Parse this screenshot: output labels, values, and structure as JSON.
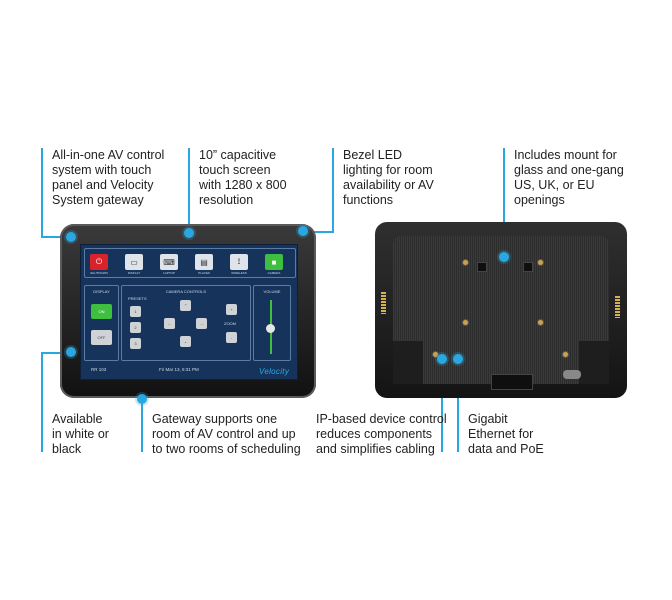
{
  "callouts": {
    "all_in_one": "All-in-one AV control\nsystem with touch\npanel and Velocity\nSystem gateway",
    "capacitive": "10” capacitive\ntouch screen\nwith 1280 x 800\nresolution",
    "bezel": "Bezel LED\nlighting for room\navailability or AV\nfunctions",
    "mount": "Includes mount for\nglass and one-gang\nUS, UK, or EU\nopenings",
    "color": "Available\nin white or\nblack",
    "gateway": "Gateway supports one\nroom of AV control and up\nto two rooms of scheduling",
    "ip": "IP-based device control\nreduces components\nand simplifies cabling",
    "gigabit": "Gigabit\nEthernet for\ndata and PoE"
  },
  "screen": {
    "top_buttons": [
      "SHUTDOWN",
      "DISPLAY",
      "LAPTOP",
      "PLAYER",
      "WIRELESS",
      "CAMERA"
    ],
    "display_title": "DISPLAY",
    "on_label": "ON",
    "off_label": "OFF",
    "camera_title": "CAMERA CONTROLS",
    "presets_title": "PRESETS",
    "presets": [
      "1",
      "2",
      "3"
    ],
    "zoom_label": "ZOOM",
    "zoom_plus": "+",
    "zoom_minus": "-",
    "volume_title": "VOLUME",
    "room": "RR 103",
    "datetime": "Fri Mar 13, 6:31 PM",
    "logo": "Velocity"
  },
  "colors": {
    "accent": "#2aa7e0",
    "shutdown": "#d8232a",
    "camera_on": "#3fbf3f"
  }
}
